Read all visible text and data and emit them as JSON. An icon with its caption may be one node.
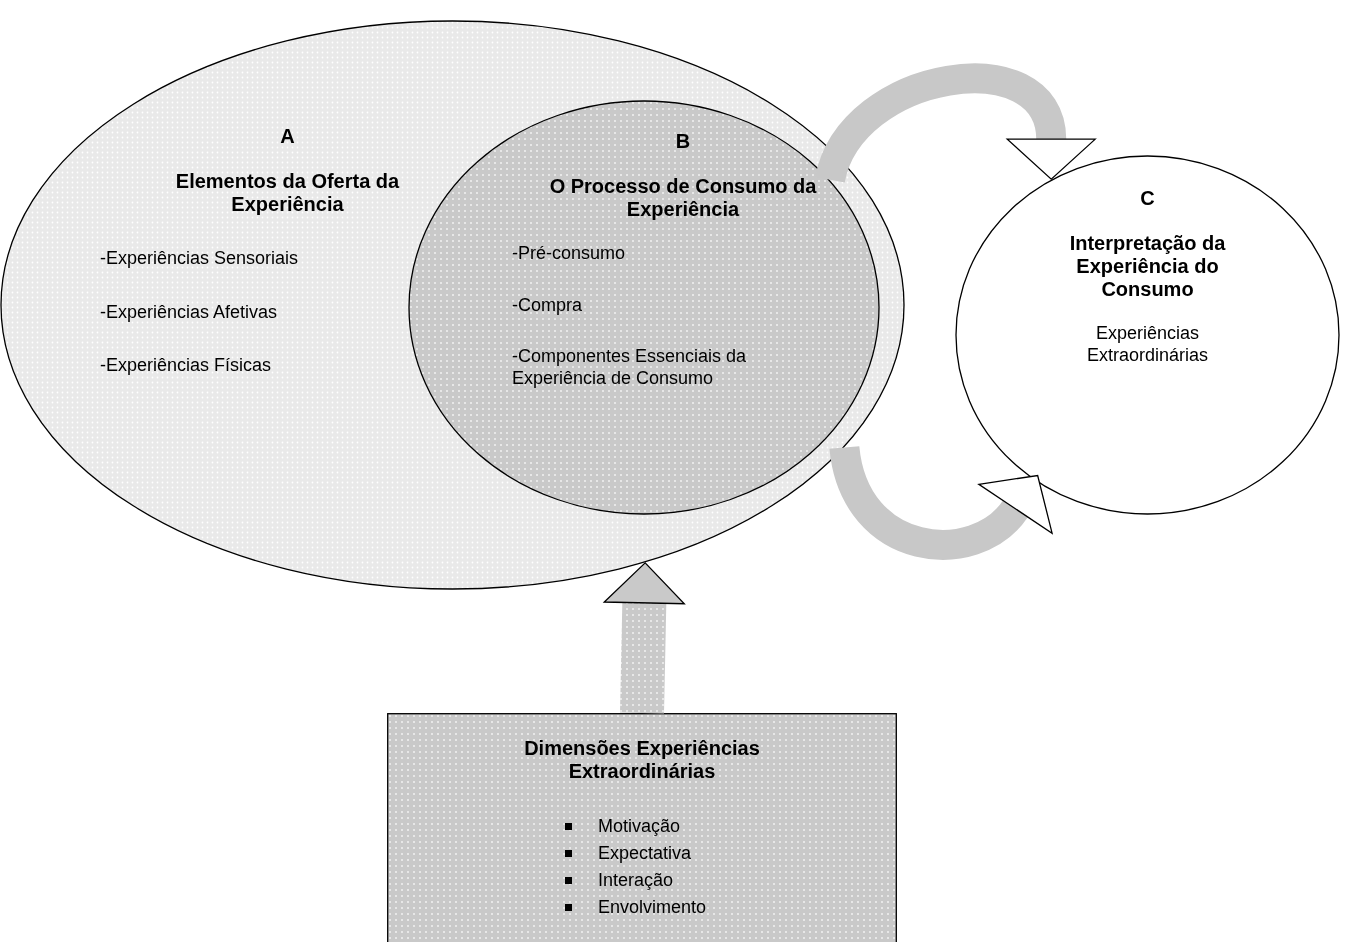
{
  "diagram": {
    "nodes": [
      {
        "text": [
          "A",
          "Elementos da Oferta da Experiência",
          "-Experiências Sensoriais",
          "-Experiências Afetivas",
          "-Experiências Físicas"
        ]
      },
      {
        "text": [
          "B",
          "O Processo de Consumo da Experiência",
          "-Pré-consumo",
          "-Compra",
          "-Componentes Essenciais da Experiência de Consumo"
        ],
        "in": 0
      },
      {
        "text": [
          "C",
          "Interpretação da Experiência do Consumo",
          "Experiências Extraordinárias"
        ]
      },
      {
        "text": [
          "Dimensões Experiências Extraordinárias",
          "Motivação",
          "Expectativa",
          "Interação",
          "Envolvimento"
        ]
      }
    ],
    "edges": [
      {
        "from": 1,
        "to": 2,
        "arrow": "to"
      },
      {
        "from": 0,
        "to": 2,
        "arrow": "to"
      },
      {
        "from": 3,
        "to": 0,
        "arrow": "to"
      }
    ]
  }
}
